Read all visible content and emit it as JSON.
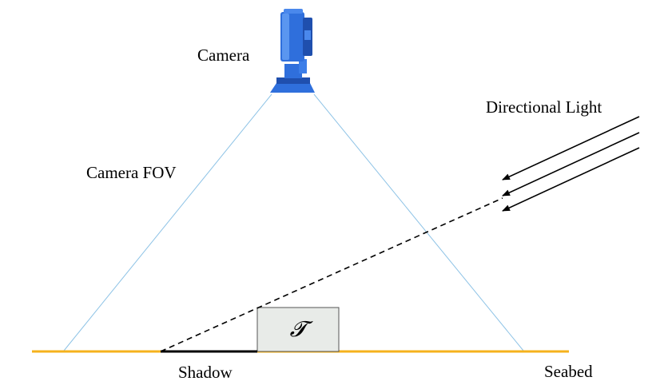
{
  "labels": {
    "camera": "Camera",
    "camera_fov": "Camera FOV",
    "directional_light": "Directional Light",
    "object_symbol": "𝓣",
    "shadow": "Shadow",
    "seabed": "Seabed"
  },
  "colors": {
    "background": "#ffffff",
    "seabed": "#f5b21c",
    "fov_lines": "#8ec3e6",
    "camera_body": "#2f6fdc",
    "camera_dark": "#1f4fae",
    "object_fill": "#e8ebe8",
    "object_stroke": "#555555",
    "shadow": "#000000",
    "light_rays": "#000000"
  },
  "icons": {
    "camera": "camera-icon"
  }
}
